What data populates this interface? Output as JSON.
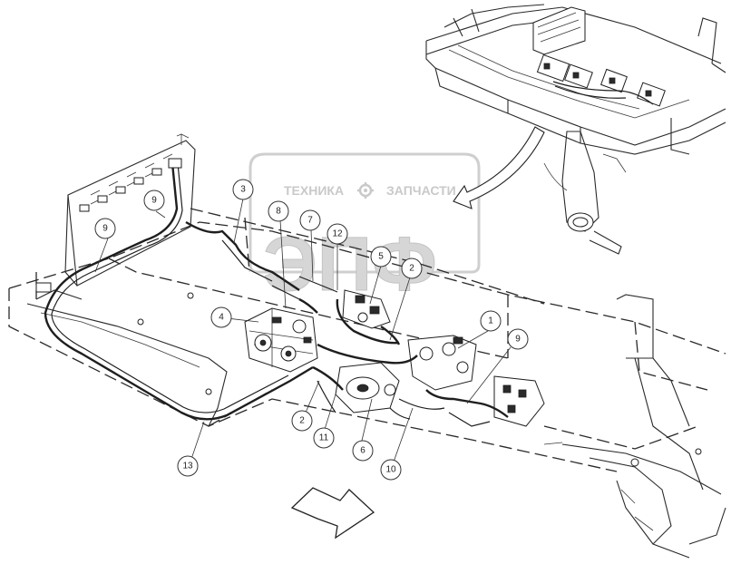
{
  "watermark": {
    "line1_left": "ТЕХНИКА",
    "line1_right": "ЗАПЧАСТИ",
    "logo": "ЭПФ",
    "gear_icon": "gear-icon",
    "color": "#c9c9c9"
  },
  "callouts": [
    {
      "id": "c1",
      "label": "1"
    },
    {
      "id": "c2a",
      "label": "2"
    },
    {
      "id": "c2b",
      "label": "2"
    },
    {
      "id": "c3",
      "label": "3"
    },
    {
      "id": "c4",
      "label": "4"
    },
    {
      "id": "c5",
      "label": "5"
    },
    {
      "id": "c6",
      "label": "6"
    },
    {
      "id": "c7",
      "label": "7"
    },
    {
      "id": "c8",
      "label": "8"
    },
    {
      "id": "c9a",
      "label": "9"
    },
    {
      "id": "c9b",
      "label": "9"
    },
    {
      "id": "c9c",
      "label": "9"
    },
    {
      "id": "c10",
      "label": "10"
    },
    {
      "id": "c11",
      "label": "11"
    },
    {
      "id": "c12",
      "label": "12"
    },
    {
      "id": "c13",
      "label": "13"
    }
  ],
  "arrows": {
    "detail_arrow": "curved-arrow-icon",
    "direction_arrow": "forward-arrow-icon"
  },
  "colors": {
    "line": "#2a2a2a",
    "background": "#ffffff"
  }
}
